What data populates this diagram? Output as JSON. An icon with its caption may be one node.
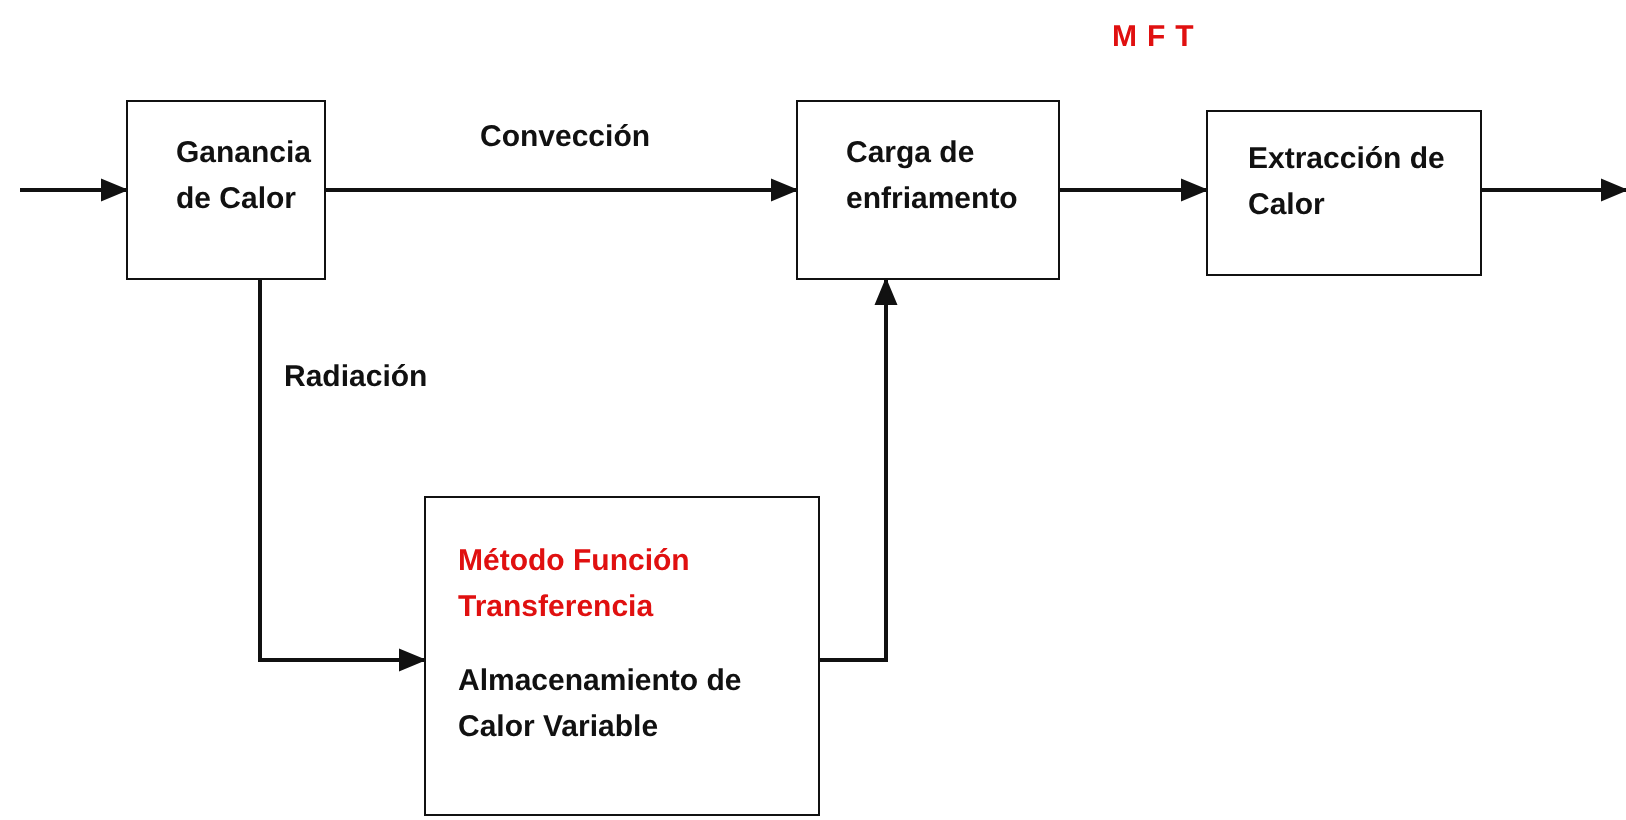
{
  "diagram": {
    "nodes": [
      {
        "text": [
          "Ganancia de Calor"
        ]
      },
      {
        "text": [
          "Carga de enfriamento"
        ]
      },
      {
        "text": [
          "Extracción de Calor"
        ]
      },
      {
        "text": [
          "Método Función Transferencia",
          "Almacenamiento de Calor Variable"
        ]
      }
    ],
    "edges": [
      {
        "from": null,
        "to": 0,
        "arrow": "to"
      },
      {
        "from": 0,
        "to": 1,
        "arrow": "to",
        "label": "Convección"
      },
      {
        "from": 1,
        "to": 2,
        "arrow": "to"
      },
      {
        "from": 2,
        "to": null,
        "arrow": "to"
      },
      {
        "from": 0,
        "to": 3,
        "arrow": "to",
        "label": "Radiación"
      },
      {
        "from": 3,
        "to": 1,
        "arrow": "to"
      }
    ],
    "labels": [
      "MFT"
    ]
  }
}
